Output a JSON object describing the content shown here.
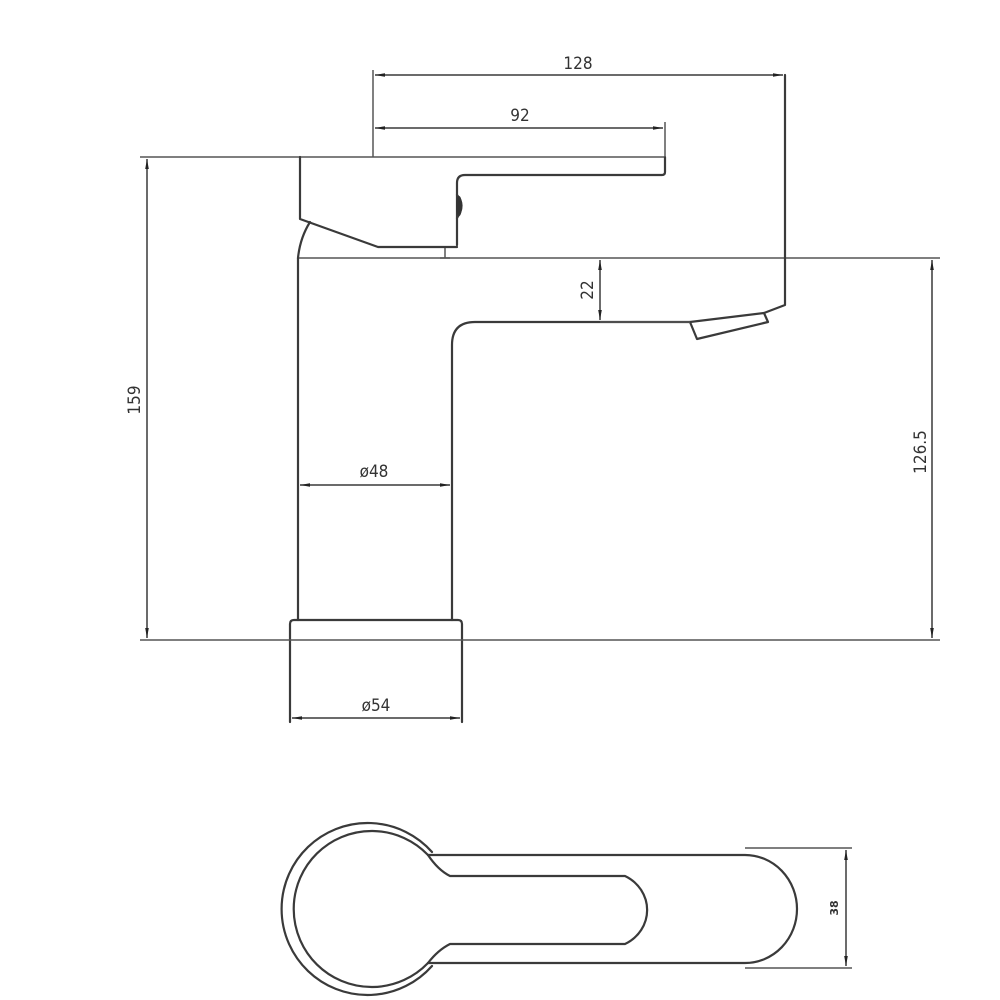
{
  "drawing": {
    "subject": "Basin mixer tap technical drawing",
    "stroke_color": "#3a3a3a",
    "background": "#ffffff",
    "views": [
      "side-elevation",
      "top-plan"
    ]
  },
  "dimensions": {
    "overall_reach": {
      "label": "128",
      "orientation": "horizontal"
    },
    "lever_length": {
      "label": "92",
      "orientation": "horizontal"
    },
    "overall_height": {
      "label": "159",
      "orientation": "vertical"
    },
    "spout_outlet_height": {
      "label": "126.5",
      "orientation": "vertical"
    },
    "spout_thickness": {
      "label": "22",
      "orientation": "vertical"
    },
    "body_diameter": {
      "label": "ø48",
      "orientation": "horizontal"
    },
    "base_diameter": {
      "label": "ø54",
      "orientation": "horizontal"
    },
    "plan_width": {
      "label": "38",
      "orientation": "vertical"
    }
  }
}
